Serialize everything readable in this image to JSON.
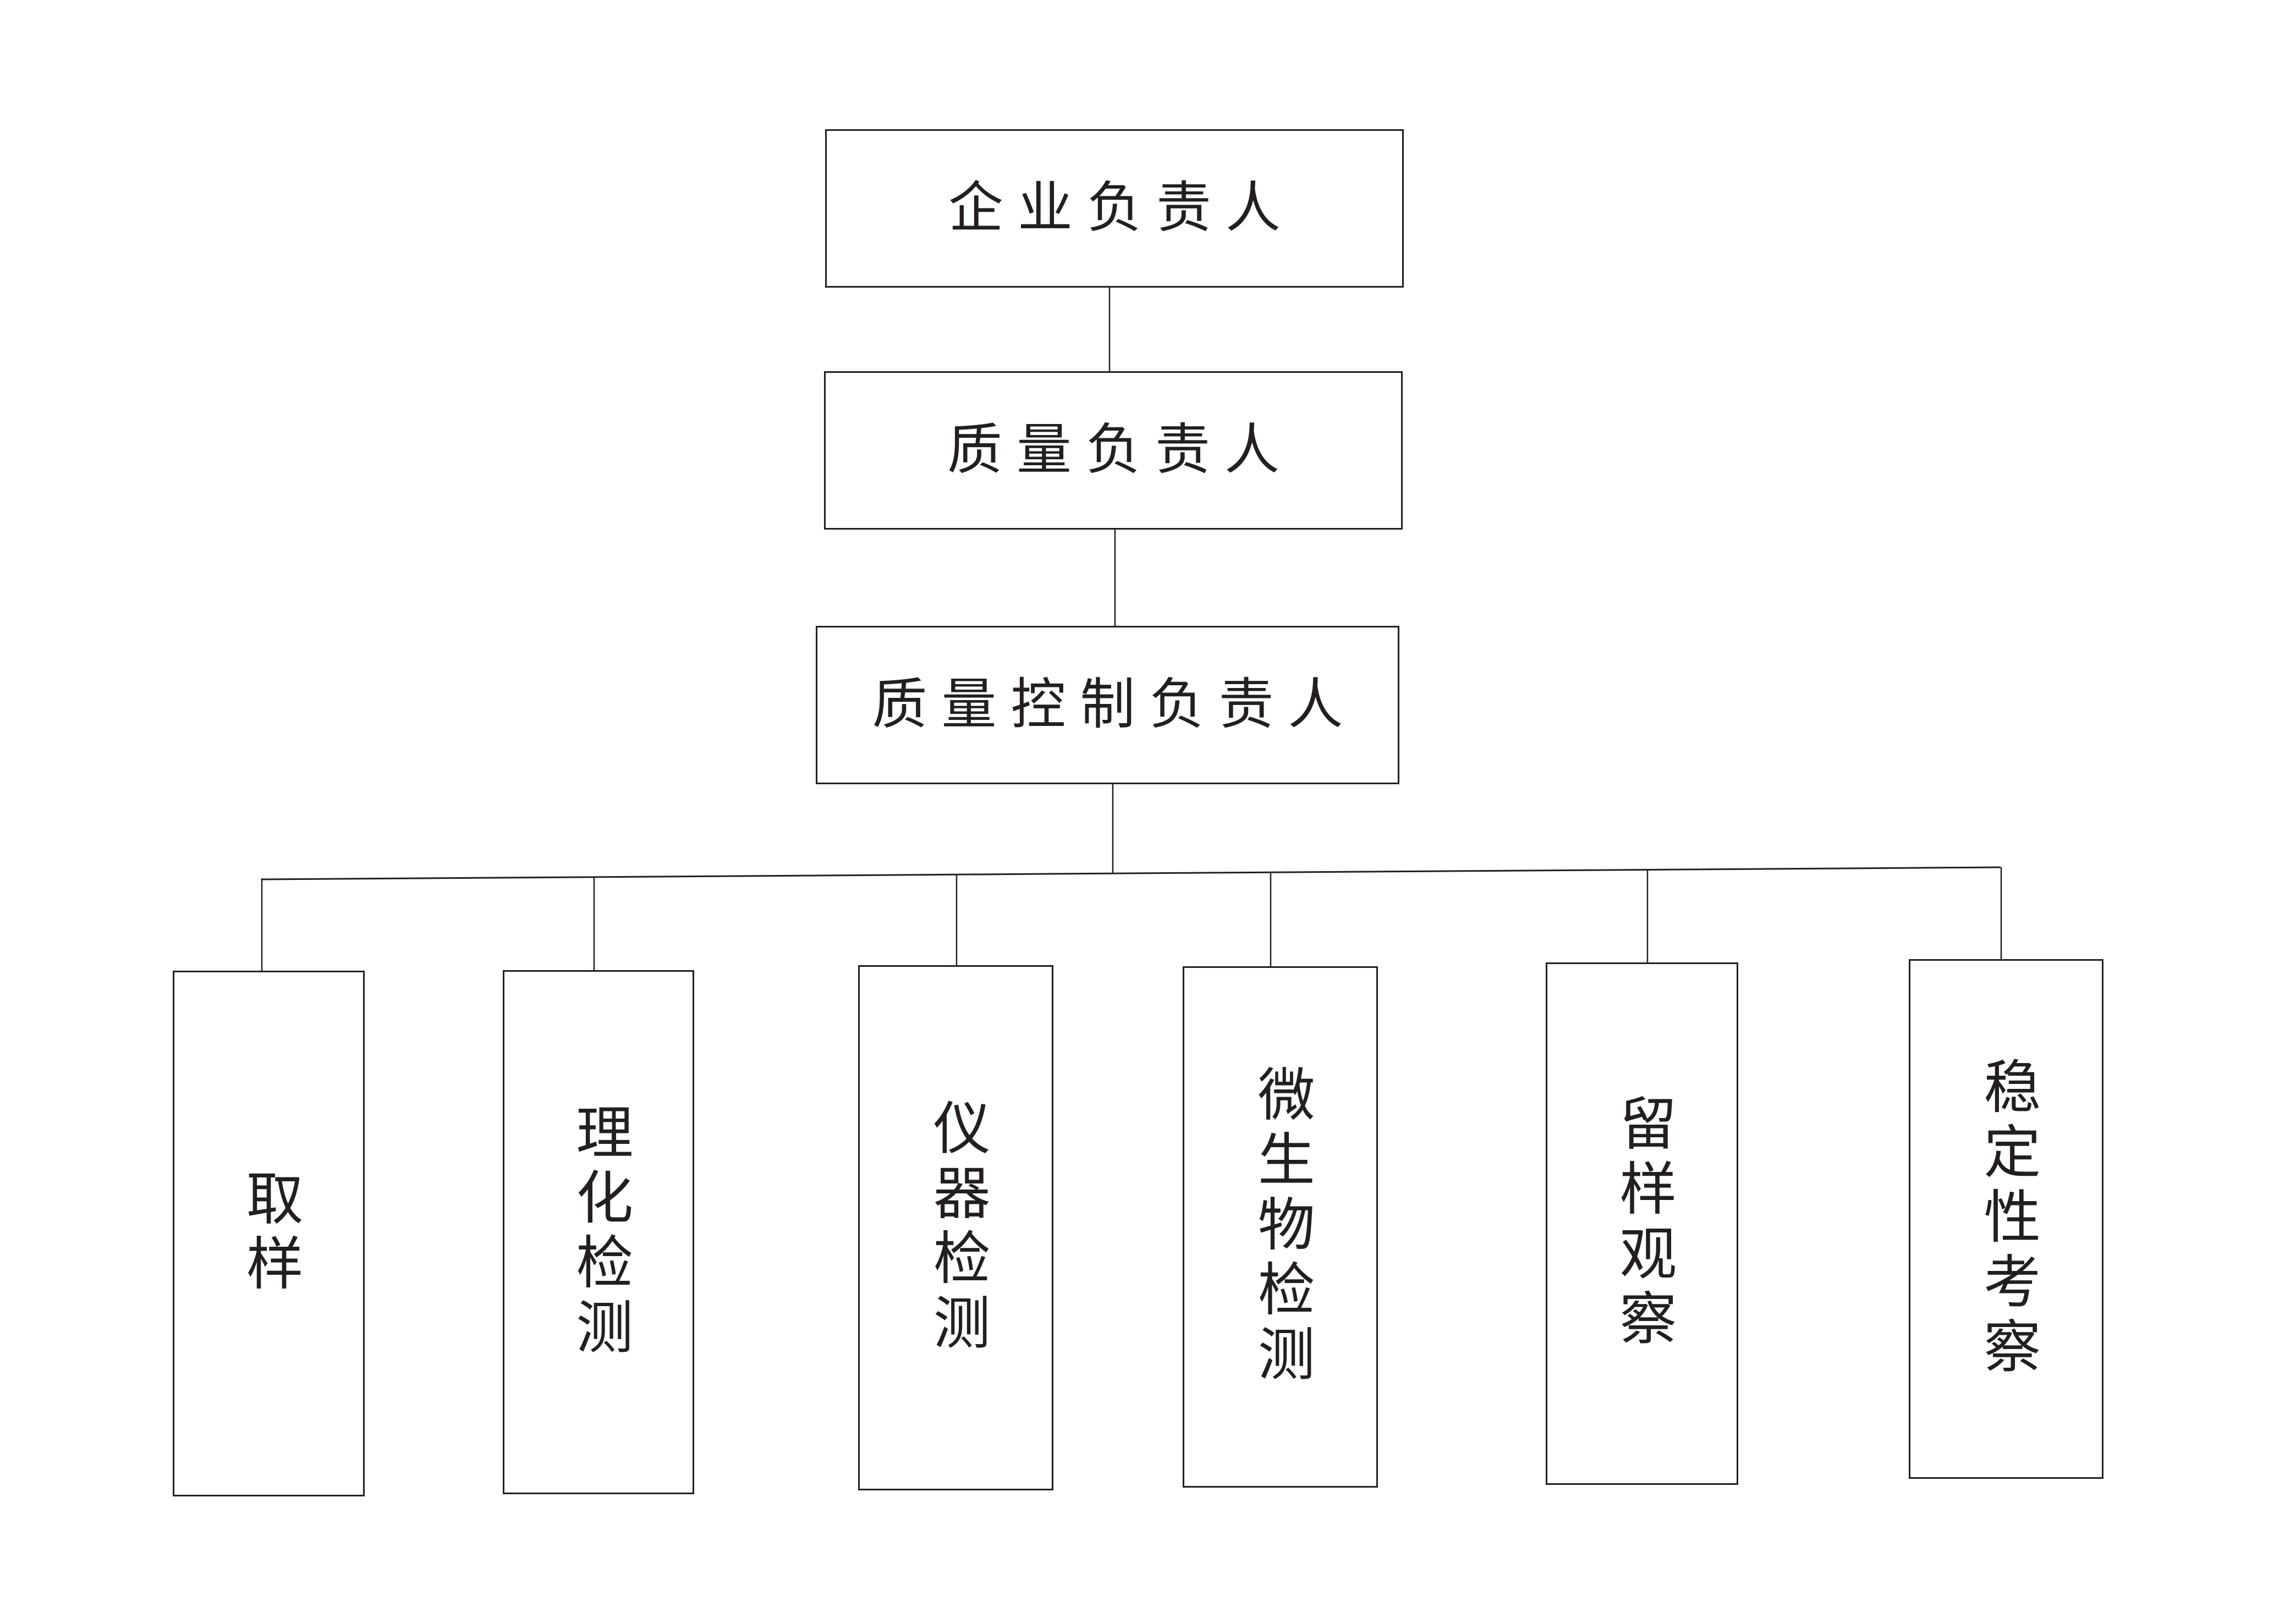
{
  "page": {
    "background_color": "#ffffff",
    "line_color": "#231f20",
    "text_color": "#231f20"
  },
  "diagram": {
    "type": "org-chart",
    "direction": "top-down",
    "nodes": [
      {
        "id": "enterprise-manager",
        "label": "企业负责人",
        "level": 1,
        "parent": null,
        "text_orientation": "horizontal"
      },
      {
        "id": "quality-manager",
        "label": "质量负责人",
        "level": 2,
        "parent": "enterprise-manager",
        "text_orientation": "horizontal"
      },
      {
        "id": "quality-control-manager",
        "label": "质量控制负责人",
        "level": 3,
        "parent": "quality-manager",
        "text_orientation": "horizontal"
      },
      {
        "id": "sampling",
        "label": "取样",
        "level": 4,
        "parent": "quality-control-manager",
        "text_orientation": "vertical"
      },
      {
        "id": "physical-chemical-testing",
        "label": "理化检测",
        "level": 4,
        "parent": "quality-control-manager",
        "text_orientation": "vertical"
      },
      {
        "id": "instrument-testing",
        "label": "仪器检测",
        "level": 4,
        "parent": "quality-control-manager",
        "text_orientation": "vertical"
      },
      {
        "id": "microbiological-testing",
        "label": "微生物检测",
        "level": 4,
        "parent": "quality-control-manager",
        "text_orientation": "vertical"
      },
      {
        "id": "retained-sample-observation",
        "label": "留样观察",
        "level": 4,
        "parent": "quality-control-manager",
        "text_orientation": "vertical"
      },
      {
        "id": "stability-study",
        "label": "稳定性考察",
        "level": 4,
        "parent": "quality-control-manager",
        "text_orientation": "vertical"
      }
    ]
  }
}
